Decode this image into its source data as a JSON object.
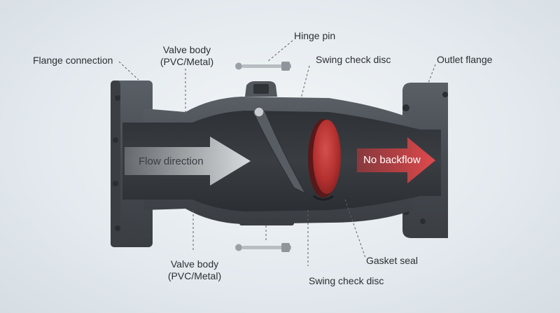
{
  "labels": {
    "flange_connection": "Flange connection",
    "valve_body_top_line1": "Valve body",
    "valve_body_top_line2": "(PVC/Metal)",
    "hinge_pin": "Hinge pin",
    "swing_check_disc_top": "Swing check disc",
    "outlet_flange": "Outlet flange",
    "valve_body_bottom_line1": "Valve body",
    "valve_body_bottom_line2": "(PVC/Metal)",
    "gasket_seal": "Gasket seal",
    "swing_check_disc_bottom": "Swing check disc"
  },
  "arrows": {
    "flow": "Flow direction",
    "backflow": "No backflow"
  },
  "colors": {
    "body": "#4a4f55",
    "body_dark": "#33373c",
    "disc": "#b8373a",
    "backflow_arrow": "#d9464a",
    "flow_arrow": "#cfd3d6"
  }
}
